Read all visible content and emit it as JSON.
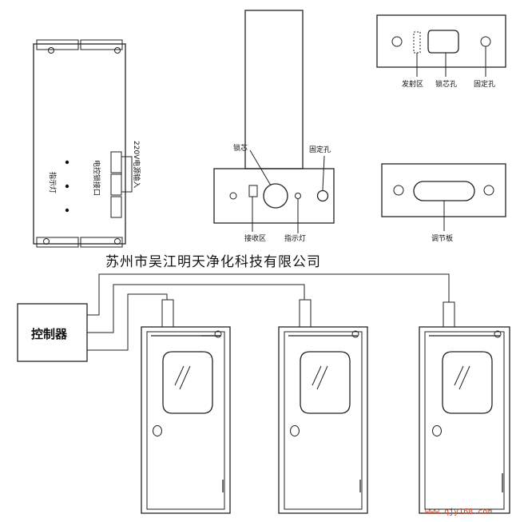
{
  "controller_box": {
    "indicator_label": "指示灯",
    "lock_interface_label": "电控锁接口",
    "power_label": "220V电源输入"
  },
  "lock_unit": {
    "lock_core_label": "锁芯",
    "fixing_hole_label": "固定孔",
    "receive_area_label": "接收区",
    "indicator_label": "指示灯"
  },
  "transmitter_plate": {
    "emit_area_label": "发射区",
    "lock_core_hole_label": "锁芯孔",
    "fixing_hole_label": "固定孔"
  },
  "adjust_plate": {
    "label": "调节板"
  },
  "company_text": "苏州市吴江明天净化科技有限公司",
  "controller_label": "控制器",
  "watermark": "www.qjy168.com"
}
